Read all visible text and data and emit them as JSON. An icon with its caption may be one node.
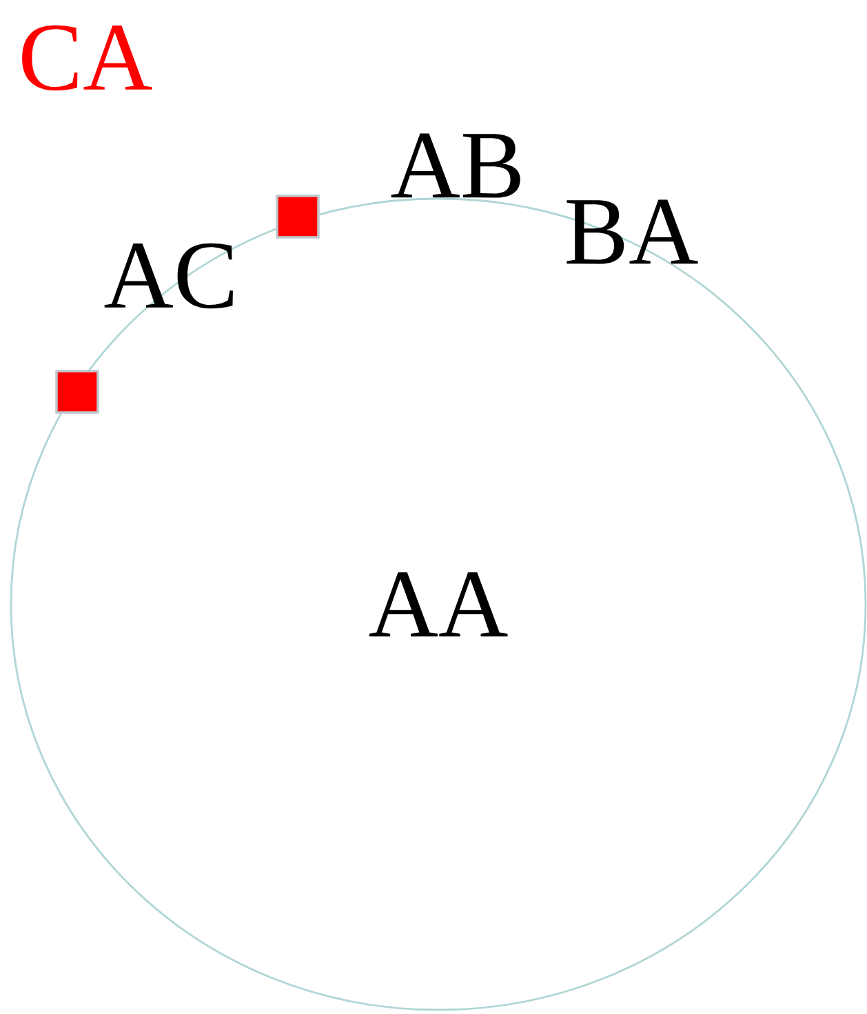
{
  "diagram": {
    "nodes": [
      {
        "text": [
          "AA"
        ]
      }
    ],
    "labels": [
      "CA",
      "AB",
      "BA",
      "AC"
    ]
  }
}
